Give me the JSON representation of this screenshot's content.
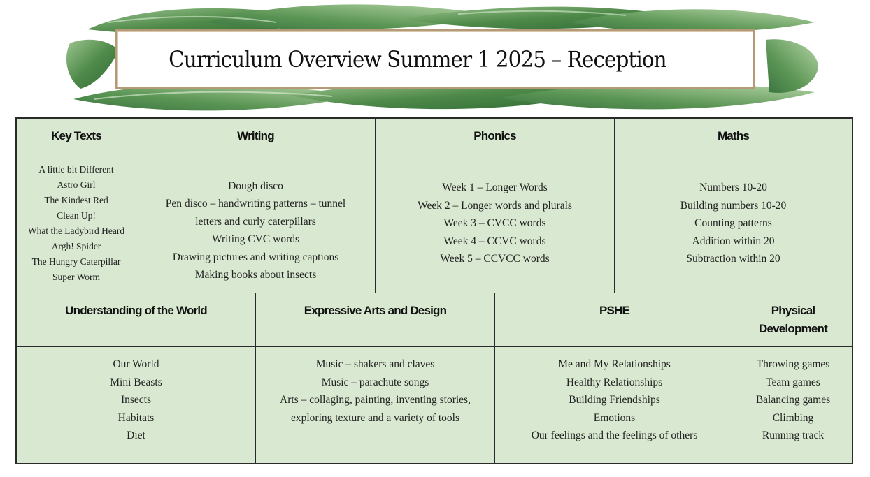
{
  "banner": {
    "title": "Curriculum Overview Summer 1 2025 – Reception",
    "decoration": "tropical-leaf-frame"
  },
  "colors": {
    "cell_background": "#d9e8d0",
    "border": "#2a2a2a",
    "frame": "#b59a78",
    "leaf_green": "#4f8a4a"
  },
  "row1": {
    "headers": {
      "key_texts": "Key Texts",
      "writing": "Writing",
      "phonics": "Phonics",
      "maths": "Maths"
    },
    "key_texts": [
      "A little bit Different",
      "Astro Girl",
      "The Kindest Red",
      "Clean Up!",
      "What the Ladybird Heard",
      "Argh! Spider",
      "The Hungry Caterpillar",
      "Super Worm"
    ],
    "writing": [
      "Dough disco",
      "Pen disco – handwriting patterns – tunnel",
      "letters and curly caterpillars",
      "Writing CVC words",
      "Drawing pictures and writing captions",
      "Making books about insects"
    ],
    "phonics": [
      "Week 1 – Longer Words",
      "Week 2 – Longer words and plurals",
      "Week 3 – CVCC words",
      "Week 4 – CCVC words",
      "Week 5 – CCVCC words"
    ],
    "maths": [
      "Numbers 10-20",
      "Building numbers 10-20",
      "Counting patterns",
      "Addition within 20",
      "Subtraction within 20"
    ]
  },
  "row2": {
    "headers": {
      "understanding_world": "Understanding of the World",
      "expressive_arts": "Expressive Arts and Design",
      "pshe": "PSHE",
      "physical_line1": "Physical",
      "physical_line2": "Development"
    },
    "understanding_world": [
      "Our World",
      "Mini Beasts",
      "Insects",
      "Habitats",
      "Diet"
    ],
    "expressive_arts": [
      "Music – shakers and claves",
      "Music – parachute songs",
      "Arts – collaging, painting, inventing stories,",
      "exploring texture and a variety of tools"
    ],
    "pshe": [
      "Me and My Relationships",
      "Healthy Relationships",
      "Building Friendships",
      "Emotions",
      "Our feelings and the feelings of others"
    ],
    "physical": [
      "Throwing games",
      "Team games",
      "Balancing games",
      "Climbing",
      "Running track"
    ]
  }
}
